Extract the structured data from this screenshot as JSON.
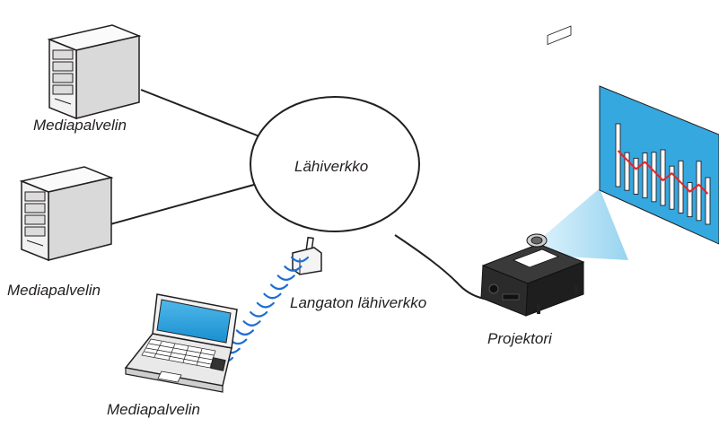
{
  "labels": {
    "server_top": "Mediapalvelin",
    "server_middle": "Mediapalvelin",
    "laptop": "Mediapalvelin",
    "lan": "Lähiverkko",
    "wireless_lan": "Langaton lähiverkko",
    "projector": "Projektori"
  },
  "colors": {
    "line": "#231f20",
    "server_body": "#f2f2f2",
    "screen_blue": "#35a8e0",
    "projection_beam": "#bfe6f7",
    "signal_wave": "#1f6fd1",
    "chart_line": "#e5232a"
  },
  "icons": [
    "server-icon",
    "laptop-icon",
    "wireless-access-point-icon",
    "projector-icon",
    "projection-screen-icon"
  ]
}
